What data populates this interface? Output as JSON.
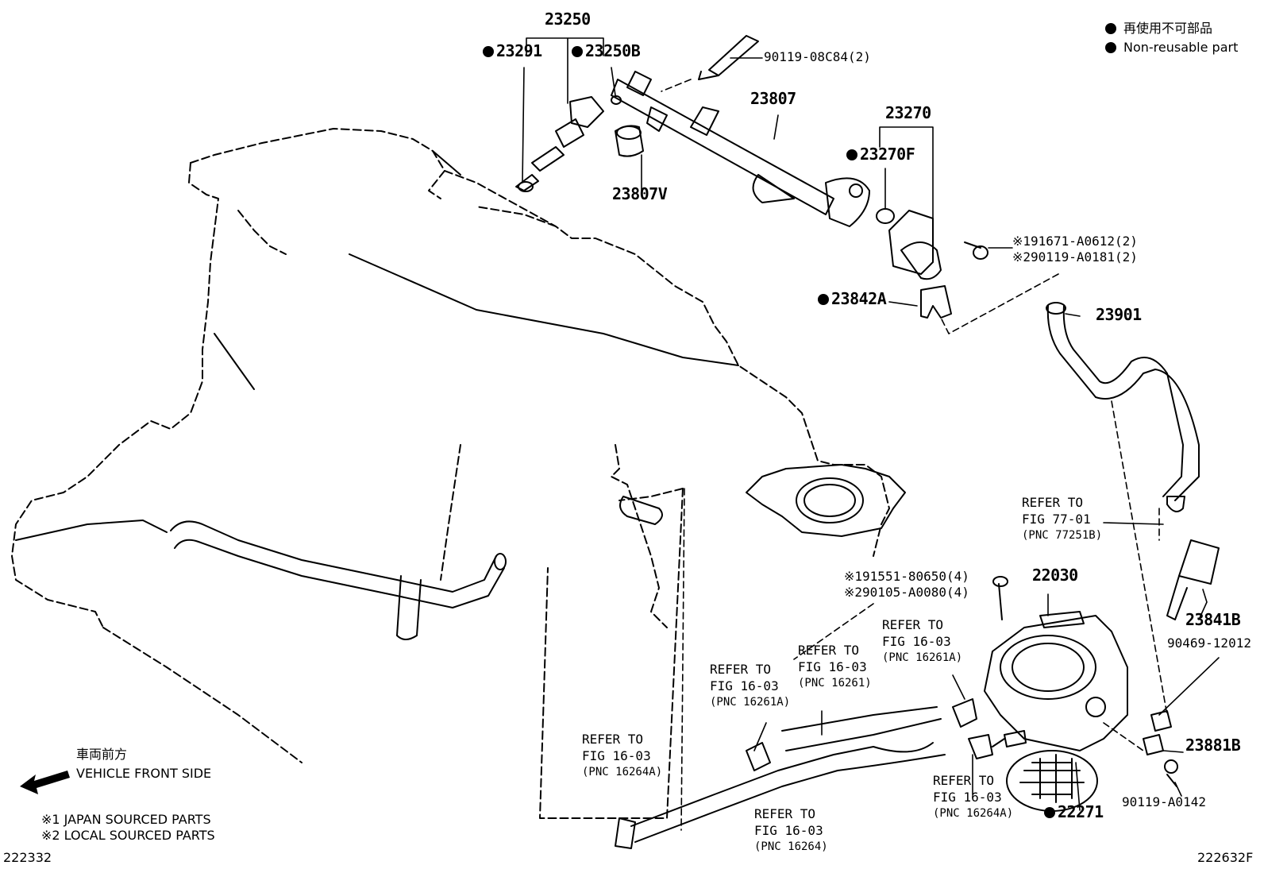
{
  "legend": {
    "items": [
      {
        "label_jp": "再使用不可部品"
      },
      {
        "label_en": "Non-reusable part"
      }
    ]
  },
  "parts": [
    {
      "id": "p23250",
      "text": "23250",
      "marked": false
    },
    {
      "id": "p23291",
      "text": "23291",
      "marked": true
    },
    {
      "id": "p23250B",
      "text": "23250B",
      "marked": true
    },
    {
      "id": "p9011908C84",
      "text": "90119-08C84(2)",
      "marked": false
    },
    {
      "id": "p23807",
      "text": "23807",
      "marked": false
    },
    {
      "id": "p23807V",
      "text": "23807V",
      "marked": false
    },
    {
      "id": "p23270",
      "text": "23270",
      "marked": false
    },
    {
      "id": "p23270F",
      "text": "23270F",
      "marked": true
    },
    {
      "id": "p191671",
      "text": "※191671-A0612(2)",
      "marked": false
    },
    {
      "id": "p290119",
      "text": "※290119-A0181(2)",
      "marked": false
    },
    {
      "id": "p23842A",
      "text": "23842A",
      "marked": true
    },
    {
      "id": "p23901",
      "text": "23901",
      "marked": false
    },
    {
      "id": "p191551",
      "text": "※191551-80650(4)",
      "marked": false
    },
    {
      "id": "p290105",
      "text": "※290105-A0080(4)",
      "marked": false
    },
    {
      "id": "p22030",
      "text": "22030",
      "marked": false
    },
    {
      "id": "p23841B",
      "text": "23841B",
      "marked": false
    },
    {
      "id": "p9046912012",
      "text": "90469-12012",
      "marked": false
    },
    {
      "id": "p23881B",
      "text": "23881B",
      "marked": false
    },
    {
      "id": "p90119A0142",
      "text": "90119-A0142",
      "marked": false
    },
    {
      "id": "p22271",
      "text": "22271",
      "marked": true
    }
  ],
  "refs": [
    {
      "id": "r7701",
      "lines": [
        "REFER TO",
        "FIG 77-01",
        "(PNC 77251B)"
      ]
    },
    {
      "id": "r16261A_a",
      "lines": [
        "REFER TO",
        "FIG 16-03",
        "(PNC 16261A)"
      ]
    },
    {
      "id": "r16261",
      "lines": [
        "REFER TO",
        "FIG 16-03",
        "(PNC 16261)"
      ]
    },
    {
      "id": "r16261A_b",
      "lines": [
        "REFER TO",
        "FIG 16-03",
        "(PNC 16261A)"
      ]
    },
    {
      "id": "r16264A_a",
      "lines": [
        "REFER TO",
        "FIG 16-03",
        "(PNC 16264A)"
      ]
    },
    {
      "id": "r16264",
      "lines": [
        "REFER TO",
        "FIG 16-03",
        "(PNC 16264)"
      ]
    },
    {
      "id": "r16264A_b",
      "lines": [
        "REFER TO",
        "FIG 16-03",
        "(PNC 16264A)"
      ]
    }
  ],
  "direction": {
    "label_jp": "車両前方",
    "label_en": "VEHICLE FRONT SIDE"
  },
  "notes": [
    "※1 JAPAN SOURCED PARTS",
    "※2 LOCAL SOURCED PARTS"
  ],
  "codes": {
    "left": "222332",
    "right": "222632F"
  }
}
